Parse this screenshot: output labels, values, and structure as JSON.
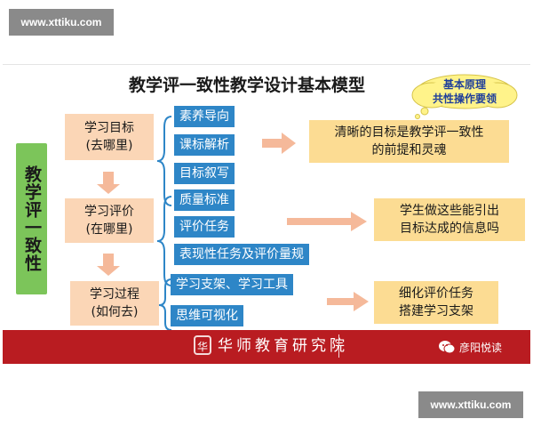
{
  "watermark": {
    "top": "www.xttiku.com",
    "bottom": "www.xttiku.com"
  },
  "title": "教学评一致性教学设计基本模型",
  "cloud": {
    "line1": "基本原理",
    "line2": "共性操作要领"
  },
  "vertical_label": "教学评一致性",
  "stages": [
    {
      "line1": "学习目标",
      "line2": "(去哪里)"
    },
    {
      "line1": "学习评价",
      "line2": "(在哪里)"
    },
    {
      "line1": "学习过程",
      "line2": "(如何去)"
    }
  ],
  "groups": [
    {
      "items": [
        "素养导向",
        "课标解析",
        "目标叙写"
      ]
    },
    {
      "items": [
        "质量标准",
        "评价任务",
        "表现性任务及评价量规"
      ]
    },
    {
      "items": [
        "学习支架、学习工具",
        "思维可视化"
      ]
    }
  ],
  "results": [
    {
      "line1": "清晰的目标是教学评一致性",
      "line2": "的前提和灵魂"
    },
    {
      "line1": "学生做这些能引出",
      "line2": "目标达成的信息吗"
    },
    {
      "line1": "细化评价任务",
      "line2": "搭建学习支架"
    }
  ],
  "footer": {
    "logo_seal": "华",
    "logo_text": "华师教育研究院",
    "wechat_account": "彦阳悦读"
  },
  "colors": {
    "stage_box": "#fbd6b6",
    "item_pill": "#2e86c7",
    "result_box": "#fcdc93",
    "vertical_bar": "#7cc55a",
    "arrow": "#f5b99a",
    "footer": "#b91c21"
  }
}
